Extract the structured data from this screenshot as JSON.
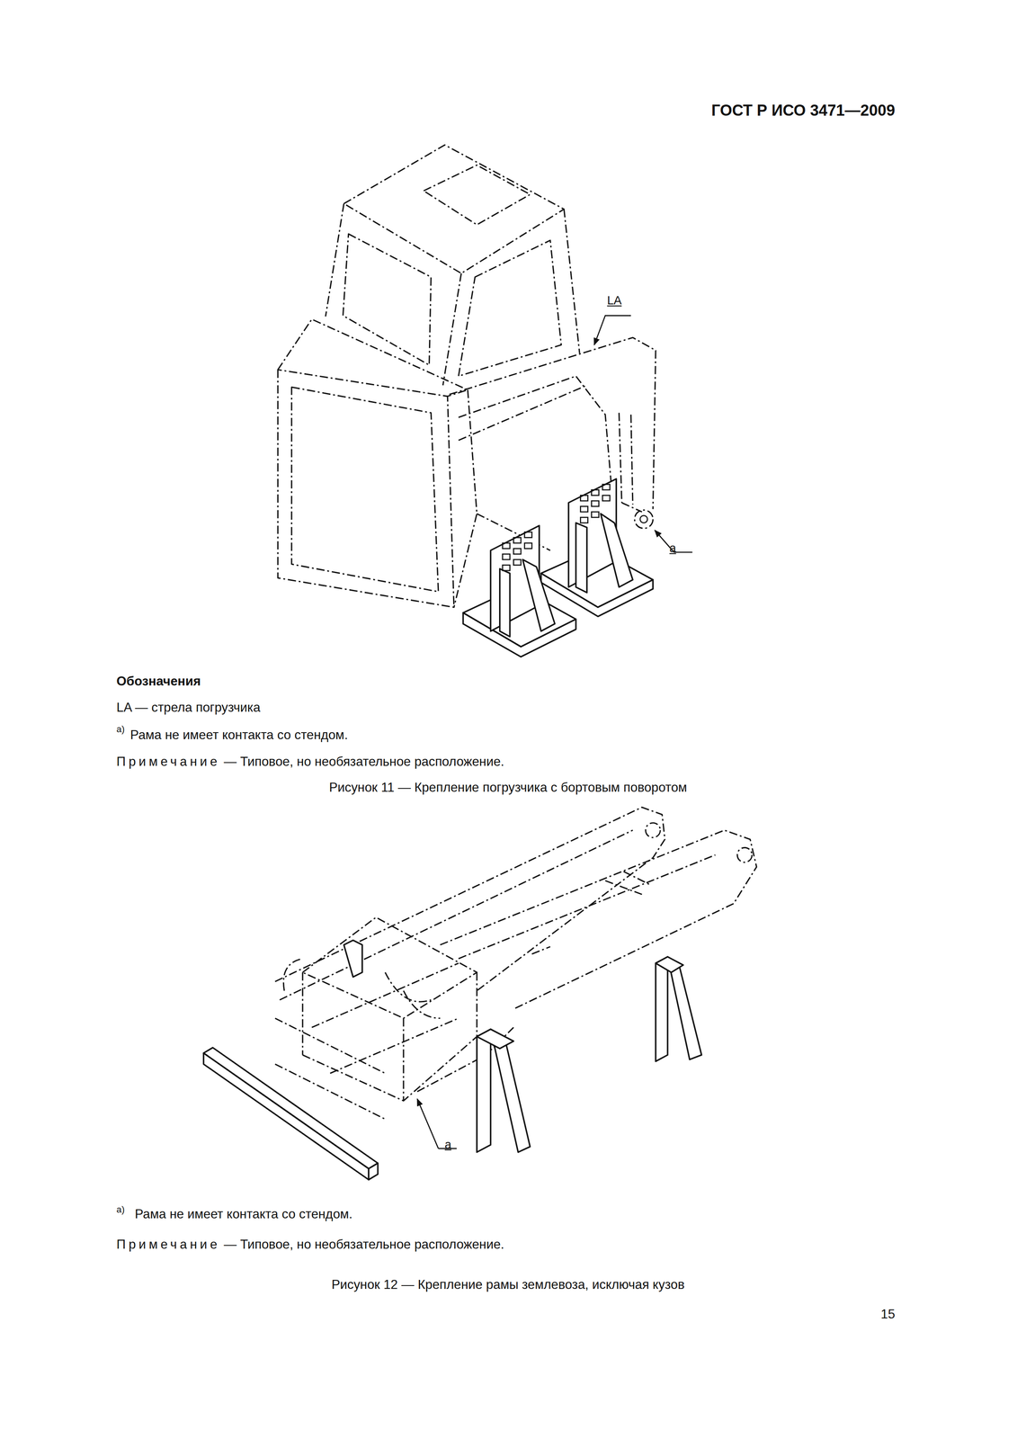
{
  "diagram": {
    "title": "ГОСТ Р ИСО 3471—2009",
    "labels": [
      "LA",
      "a",
      "Обозначения",
      "LA — стрела погрузчика",
      "a)",
      "Рама не имеет контакта со стендом.",
      "Примечание",
      "— Типовое, но необязательное расположение.",
      "Рисунок 11 — Крепление погрузчика с бортовым поворотом",
      "a",
      "a)",
      "Рама не имеет контакта со стендом.",
      "Примечание",
      "— Типовое, но необязательное расположение.",
      "Рисунок 12 — Крепление рамы землевоза, исключая кузов",
      "15"
    ]
  }
}
